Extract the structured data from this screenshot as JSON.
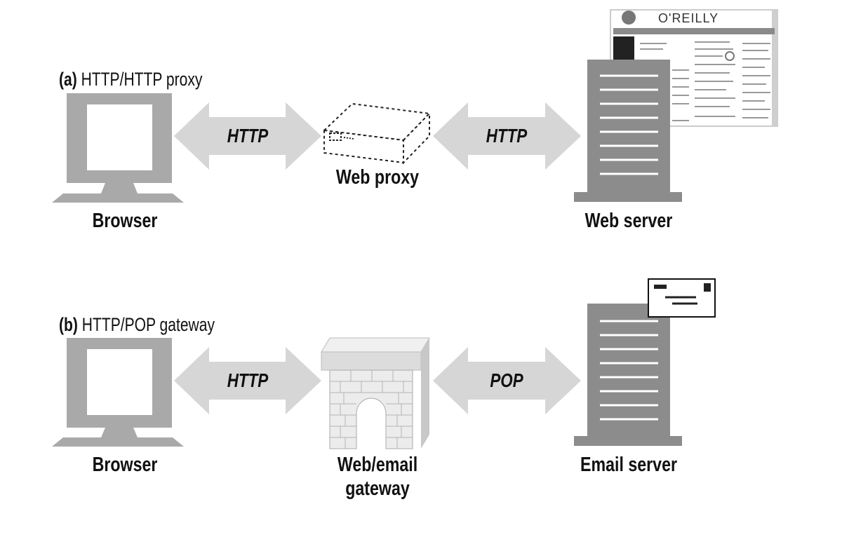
{
  "diagram_a": {
    "title_tag": "(a)",
    "title_text": "HTTP/HTTP proxy",
    "left_label": "Browser",
    "link1_protocol": "HTTP",
    "middle_label": "Web proxy",
    "link2_protocol": "HTTP",
    "right_label": "Web server",
    "webpage_logo": "O'REILLY"
  },
  "diagram_b": {
    "title_tag": "(b)",
    "title_text": "HTTP/POP gateway",
    "left_label": "Browser",
    "link1_protocol": "HTTP",
    "middle_label_line1": "Web/email",
    "middle_label_line2": "gateway",
    "link2_protocol": "POP",
    "right_label": "Email server"
  },
  "colors": {
    "device_gray": "#a9a9a9",
    "arrow_gray": "#d6d6d6",
    "server_dark": "#8c8c8c",
    "brick_light": "#e8e8e8"
  }
}
